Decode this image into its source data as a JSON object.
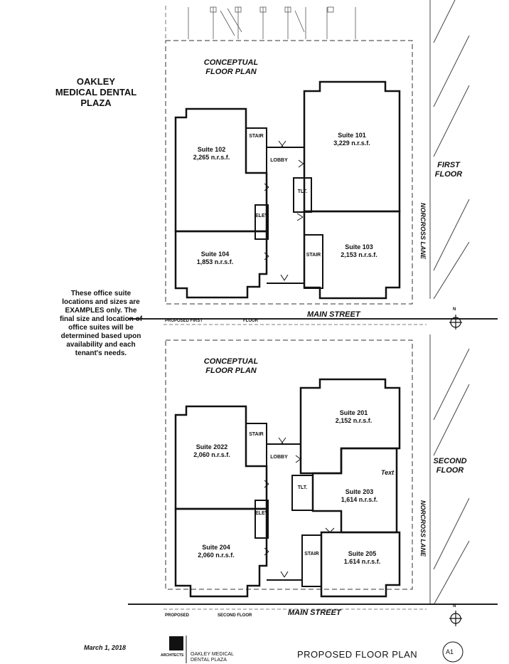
{
  "title": {
    "line1": "OAKLEY",
    "line2": "MEDICAL DENTAL",
    "line3": "PLAZA"
  },
  "first_floor": {
    "plan_label_1": "CONCEPTUAL",
    "plan_label_2": "FLOOR PLAN",
    "floor_label_1": "FIRST",
    "floor_label_2": "FLOOR",
    "suites": [
      {
        "name": "Suite 101",
        "size": "3,229 n.r.s.f."
      },
      {
        "name": "Suite 102",
        "size": "2,265 n.r.s.f."
      },
      {
        "name": "Suite 103",
        "size": "2,153 n.r.s.f."
      },
      {
        "name": "Suite 104",
        "size": "1,853 n.r.s.f."
      }
    ],
    "stair": "STAIR",
    "stair_b": "STAIR",
    "lobby": "LOBBY",
    "toilet": "TLT.",
    "elevator": "ELEV.",
    "street": "MAIN STREET",
    "side_street": "NORCROSS LANE",
    "caption_a": "PROPOSED FIRST",
    "caption_b": "FLOOR",
    "north": "N"
  },
  "second_floor": {
    "plan_label_1": "CONCEPTUAL",
    "plan_label_2": "FLOOR PLAN",
    "floor_label_1": "SECOND",
    "floor_label_2": "FLOOR",
    "suites": [
      {
        "name": "Suite 201",
        "size": "2,152 n.r.s.f."
      },
      {
        "name": "Suite 2022",
        "size": "2,060 n.r.s.f."
      },
      {
        "name": "Suite 203",
        "size": "1,614 n.r.s.f."
      },
      {
        "name": "Suite 204",
        "size": "2,060 n.r.s.f."
      },
      {
        "name": "Suite 205",
        "size": "1.614 n.r.s.f."
      }
    ],
    "stair": "STAIR",
    "stair_b": "STAIR",
    "lobby": "LOBBY",
    "toilet": "TLT.",
    "elevator": "ELEV.",
    "text_note": "Text",
    "street": "MAIN STREET",
    "side_street": "NORCROSS LANE",
    "caption_a": "PROPOSED",
    "caption_b": "SECOND FLOOR",
    "north": "N"
  },
  "note": "These office suite locations and sizes are EXAMPLES only. The final size and location of office suites will be determined based upon availability and each tenant's needs.",
  "footer": {
    "date": "March 1, 2018",
    "architects": "ARCHITECTS",
    "firm_line1": "OAKLEY MEDICAL",
    "firm_line2": "DENTAL PLAZA",
    "sheet_title": "PROPOSED FLOOR PLAN",
    "sheet_number": "A1"
  }
}
